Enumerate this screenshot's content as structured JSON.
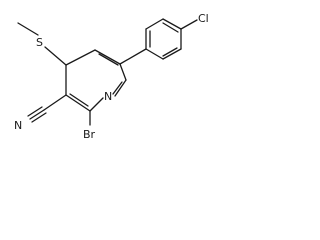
{
  "molecule": {
    "atom_labels": {
      "chlorine": "Cl",
      "sulfur": "S",
      "nitrile_nitrogen": "N",
      "ring_nitrogen": "N",
      "bromine": "Br"
    }
  },
  "colors": {
    "bond": "#1a1a1a",
    "label": "#1a1a1a",
    "background": "#ffffff"
  }
}
